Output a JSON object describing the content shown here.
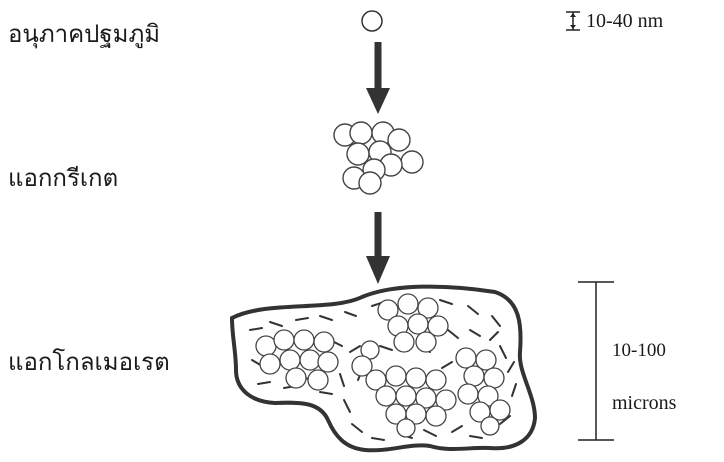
{
  "labels": {
    "primary_particle": "อนุภาคปฐมภูมิ",
    "aggregate": "แอกกรีเกต",
    "agglomerate": "แอกโกลเมอเรต"
  },
  "sizes": {
    "primary_particle_size": "10-40 nm",
    "agglomerate_size_value": "10-100",
    "agglomerate_size_unit": "microns"
  },
  "colors": {
    "ink": "#1a1a1a",
    "arrow": "#333333",
    "background": "#ffffff"
  }
}
